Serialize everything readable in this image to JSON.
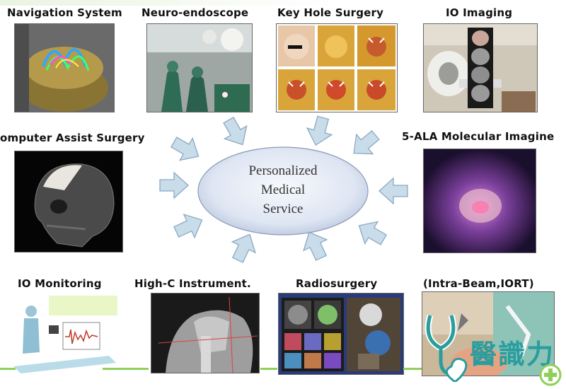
{
  "captions": {
    "navigation": "Navigation System",
    "neuroendoscope": "Neuro-endoscope",
    "keyhole": "Key Hole Surgery",
    "io_imaging": "IO Imaging",
    "computer_assist": "omputer Assist Surgery",
    "ala": "5-ALA Molecular Imagine",
    "io_monitoring": "IO Monitoring",
    "high_c": "High-C Instrument.",
    "radiosurgery": "Radiosurgery",
    "intrabeam": "(Intra-Beam,IORT)"
  },
  "center": {
    "line1": "Personalized",
    "line2": "Medical",
    "line3": "Service"
  },
  "brand": {
    "name": "醫識力"
  },
  "colors": {
    "arrow_fill": "#c9dcea",
    "arrow_stroke": "#8aa9c2",
    "ellipse_fill": "#dfe6f3",
    "footer_line": "#8fcf5a",
    "brand": "#2a9d9f"
  }
}
